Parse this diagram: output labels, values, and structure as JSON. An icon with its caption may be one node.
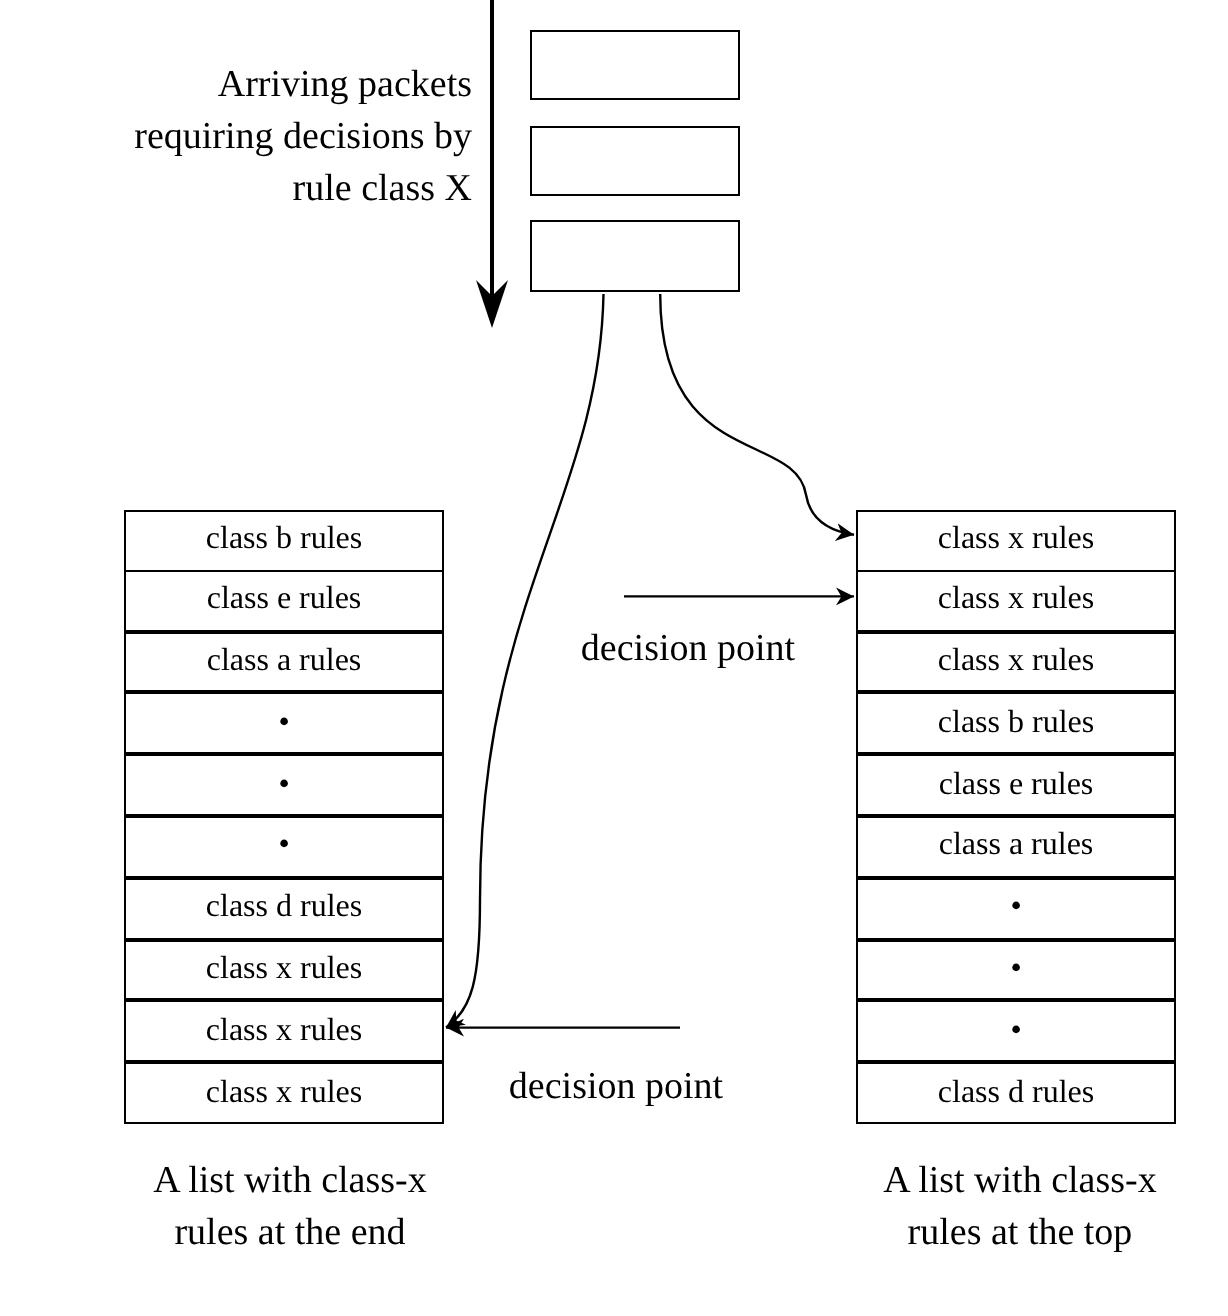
{
  "diagram": {
    "nodes": [
      {
        "text": [],
        "shape": "box"
      },
      {
        "text": [],
        "shape": "box"
      },
      {
        "text": [],
        "shape": "box"
      },
      {
        "text": [
          "class b rules"
        ]
      },
      {
        "text": [
          "class e rules"
        ]
      },
      {
        "text": [
          "class a rules"
        ]
      },
      {
        "text": [
          "•"
        ]
      },
      {
        "text": [
          "•"
        ]
      },
      {
        "text": [
          "•"
        ]
      },
      {
        "text": [
          "class d rules"
        ]
      },
      {
        "text": [
          "class x rules"
        ]
      },
      {
        "text": [
          "class x rules"
        ]
      },
      {
        "text": [
          "class x rules"
        ]
      },
      {
        "text": [
          "class x rules"
        ]
      },
      {
        "text": [
          "class x rules"
        ]
      },
      {
        "text": [
          "class x rules"
        ]
      },
      {
        "text": [
          "class b rules"
        ]
      },
      {
        "text": [
          "class e rules"
        ]
      },
      {
        "text": [
          "class a rules"
        ]
      },
      {
        "text": [
          "•"
        ]
      },
      {
        "text": [
          "•"
        ]
      },
      {
        "text": [
          "•"
        ]
      },
      {
        "text": [
          "class d rules"
        ]
      },
      {
        "text": [
          "decision point"
        ]
      },
      {
        "text": [
          "decision point"
        ]
      }
    ],
    "edges": [
      {
        "from": 2,
        "to": 11,
        "arrow": "to"
      },
      {
        "from": 2,
        "to": 13,
        "arrow": "to"
      },
      {
        "from": 23,
        "to": 14,
        "arrow": "to"
      },
      {
        "from": 24,
        "to": 11,
        "arrow": "to"
      }
    ],
    "labels": [
      "Arriving packets requiring decisions by rule class X",
      "A list with class-x rules at the end",
      "A list with class-x rules at the top"
    ]
  }
}
